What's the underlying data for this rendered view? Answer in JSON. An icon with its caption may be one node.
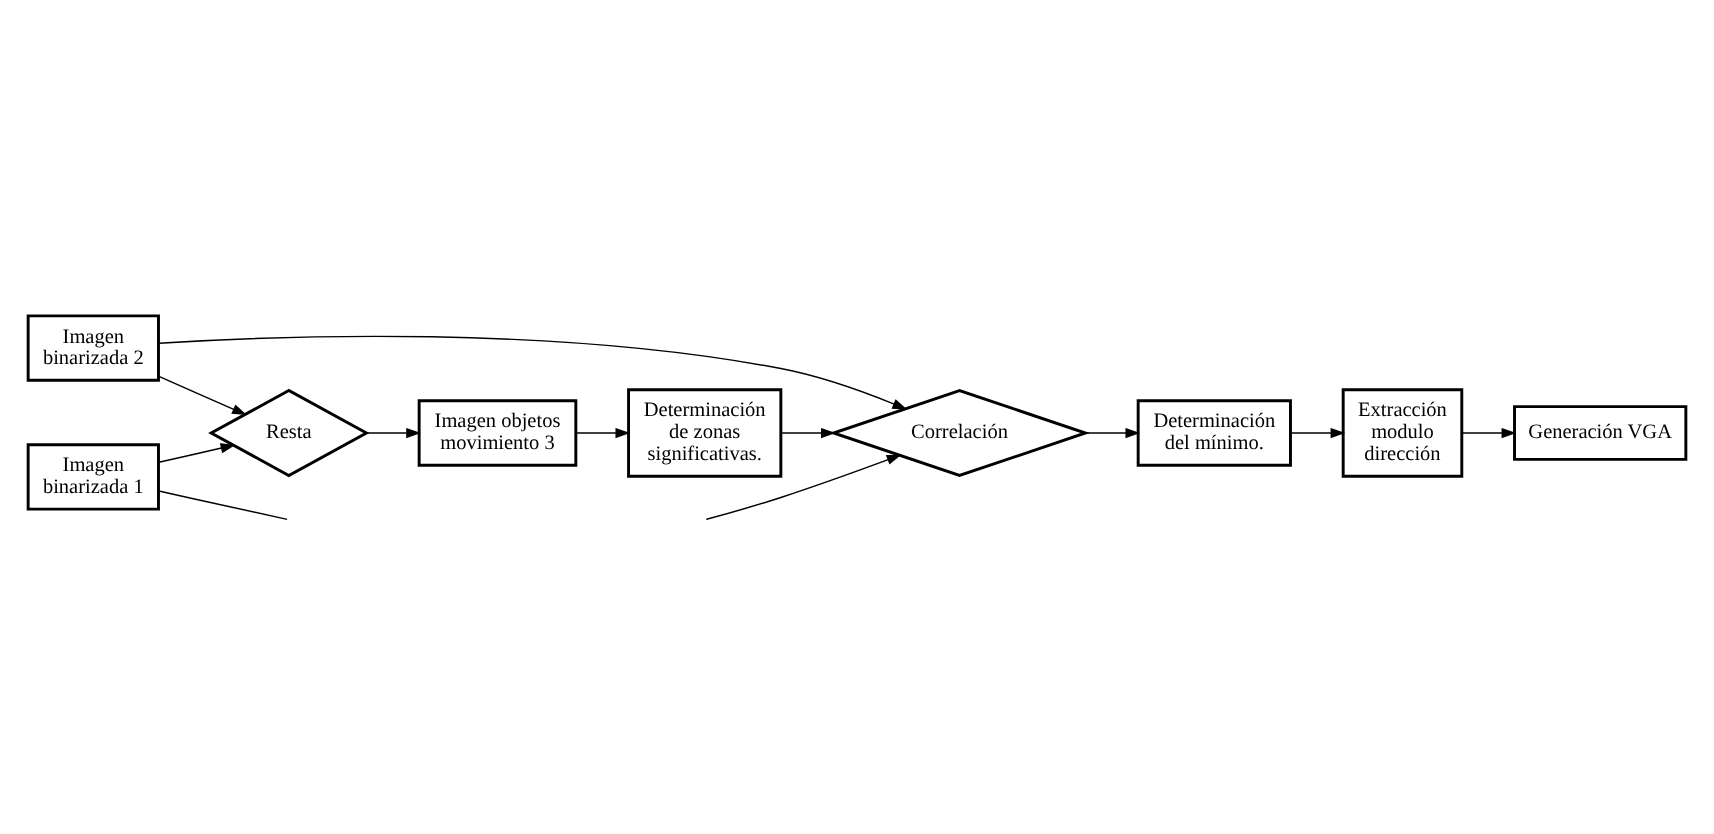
{
  "diagram": {
    "nodes": [
      {
        "text": [
          "Imagen objetos movimiento 3"
        ]
      },
      {
        "text": [
          "Determinación de zonas significativas."
        ]
      },
      {
        "text": [
          "Generación VGA"
        ]
      },
      {
        "text": [
          "Resta"
        ]
      },
      {
        "text": [
          "Extracción modulo dirección"
        ]
      },
      {
        "text": [
          "Imagen binarizada 1"
        ]
      },
      {
        "text": [
          "Imagen binarizada 2"
        ]
      },
      {
        "text": [
          "Correlación"
        ]
      },
      {
        "text": [
          "Determinación del mínimo."
        ]
      }
    ],
    "edges": [
      {
        "from": 3,
        "to": 0,
        "arrow": "to"
      },
      {
        "from": 0,
        "to": 1,
        "arrow": "to"
      },
      {
        "from": 5,
        "to": 3,
        "arrow": "to"
      },
      {
        "from": 6,
        "to": 3,
        "arrow": "to"
      },
      {
        "from": 1,
        "to": 7,
        "arrow": "to"
      },
      {
        "from": 6,
        "to": 7,
        "arrow": "to"
      },
      {
        "from": 7,
        "to": 8,
        "arrow": "to"
      },
      {
        "from": 8,
        "to": 4,
        "arrow": "to"
      },
      {
        "from": 4,
        "to": 2,
        "arrow": "to"
      },
      {
        "from": 5,
        "to": null,
        "arrow": "none"
      },
      {
        "from": null,
        "to": 7,
        "arrow": "to"
      }
    ]
  }
}
